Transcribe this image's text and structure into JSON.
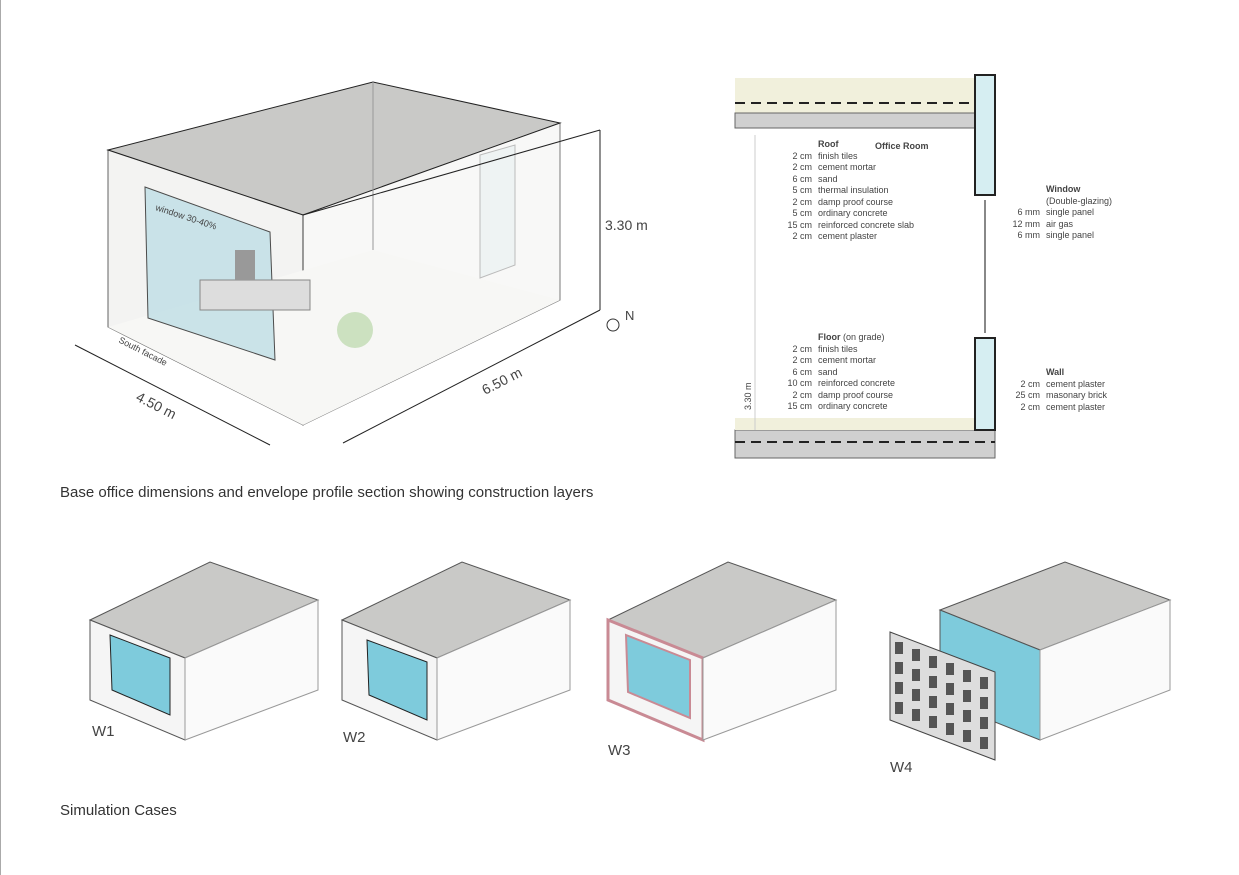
{
  "figure1": {
    "caption": "Base office dimensions and envelope profile section showing construction layers",
    "iso": {
      "window_label": "window 30-40%",
      "height": "3.30 m",
      "width": "4.50 m",
      "depth": "6.50 m",
      "facade_label": "South facade",
      "north": "N"
    },
    "section": {
      "room_label": "Office Room",
      "height_label": "3.30 m",
      "roof": {
        "title": "Roof",
        "layers": [
          {
            "t": "2 cm",
            "m": "finish tiles"
          },
          {
            "t": "2 cm",
            "m": "cement mortar"
          },
          {
            "t": "6 cm",
            "m": "sand"
          },
          {
            "t": "5 cm",
            "m": "thermal insulation"
          },
          {
            "t": "2 cm",
            "m": "damp proof course"
          },
          {
            "t": "5 cm",
            "m": "ordinary concrete"
          },
          {
            "t": "15 cm",
            "m": "reinforced concrete slab"
          },
          {
            "t": "2 cm",
            "m": "cement plaster"
          }
        ]
      },
      "floor": {
        "title": "Floor",
        "subtitle": "(on grade)",
        "layers": [
          {
            "t": "2 cm",
            "m": "finish tiles"
          },
          {
            "t": "2 cm",
            "m": "cement mortar"
          },
          {
            "t": "6 cm",
            "m": "sand"
          },
          {
            "t": "10 cm",
            "m": "reinforced concrete"
          },
          {
            "t": "2 cm",
            "m": "damp proof course"
          },
          {
            "t": "15 cm",
            "m": "ordinary concrete"
          }
        ]
      },
      "window": {
        "title": "Window",
        "subtitle": "(Double-glazing)",
        "layers": [
          {
            "t": "6 mm",
            "m": "single panel"
          },
          {
            "t": "12 mm",
            "m": "air gas"
          },
          {
            "t": "6 mm",
            "m": "single panel"
          }
        ]
      },
      "wall": {
        "title": "Wall",
        "layers": [
          {
            "t": "2 cm",
            "m": "cement plaster"
          },
          {
            "t": "25 cm",
            "m": "masonary brick"
          },
          {
            "t": "2 cm",
            "m": "cement plaster"
          }
        ]
      }
    }
  },
  "figure2": {
    "caption": "Simulation Cases",
    "cases": [
      "W1",
      "W2",
      "W3",
      "W4"
    ]
  },
  "colors": {
    "glass": "#7ecbdc",
    "roof": "#c9c9c7",
    "frame_w3": "#c98a94"
  }
}
